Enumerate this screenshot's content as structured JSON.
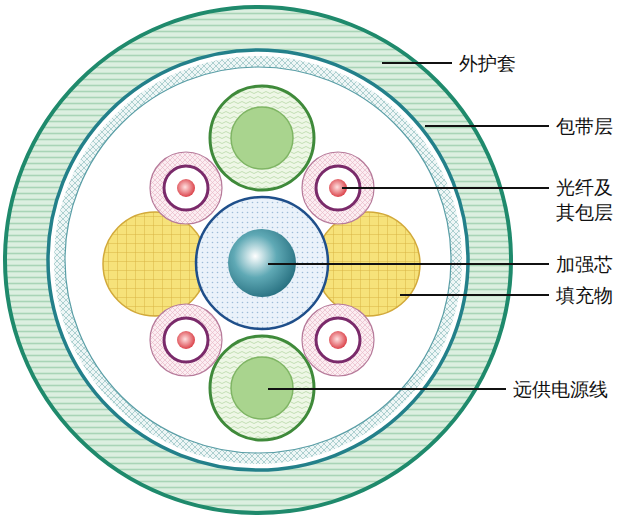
{
  "diagram": {
    "labels": [
      "外护套",
      "包带层",
      "光纤及 其包层",
      "加强芯",
      "填充物",
      "远供电源线"
    ]
  }
}
